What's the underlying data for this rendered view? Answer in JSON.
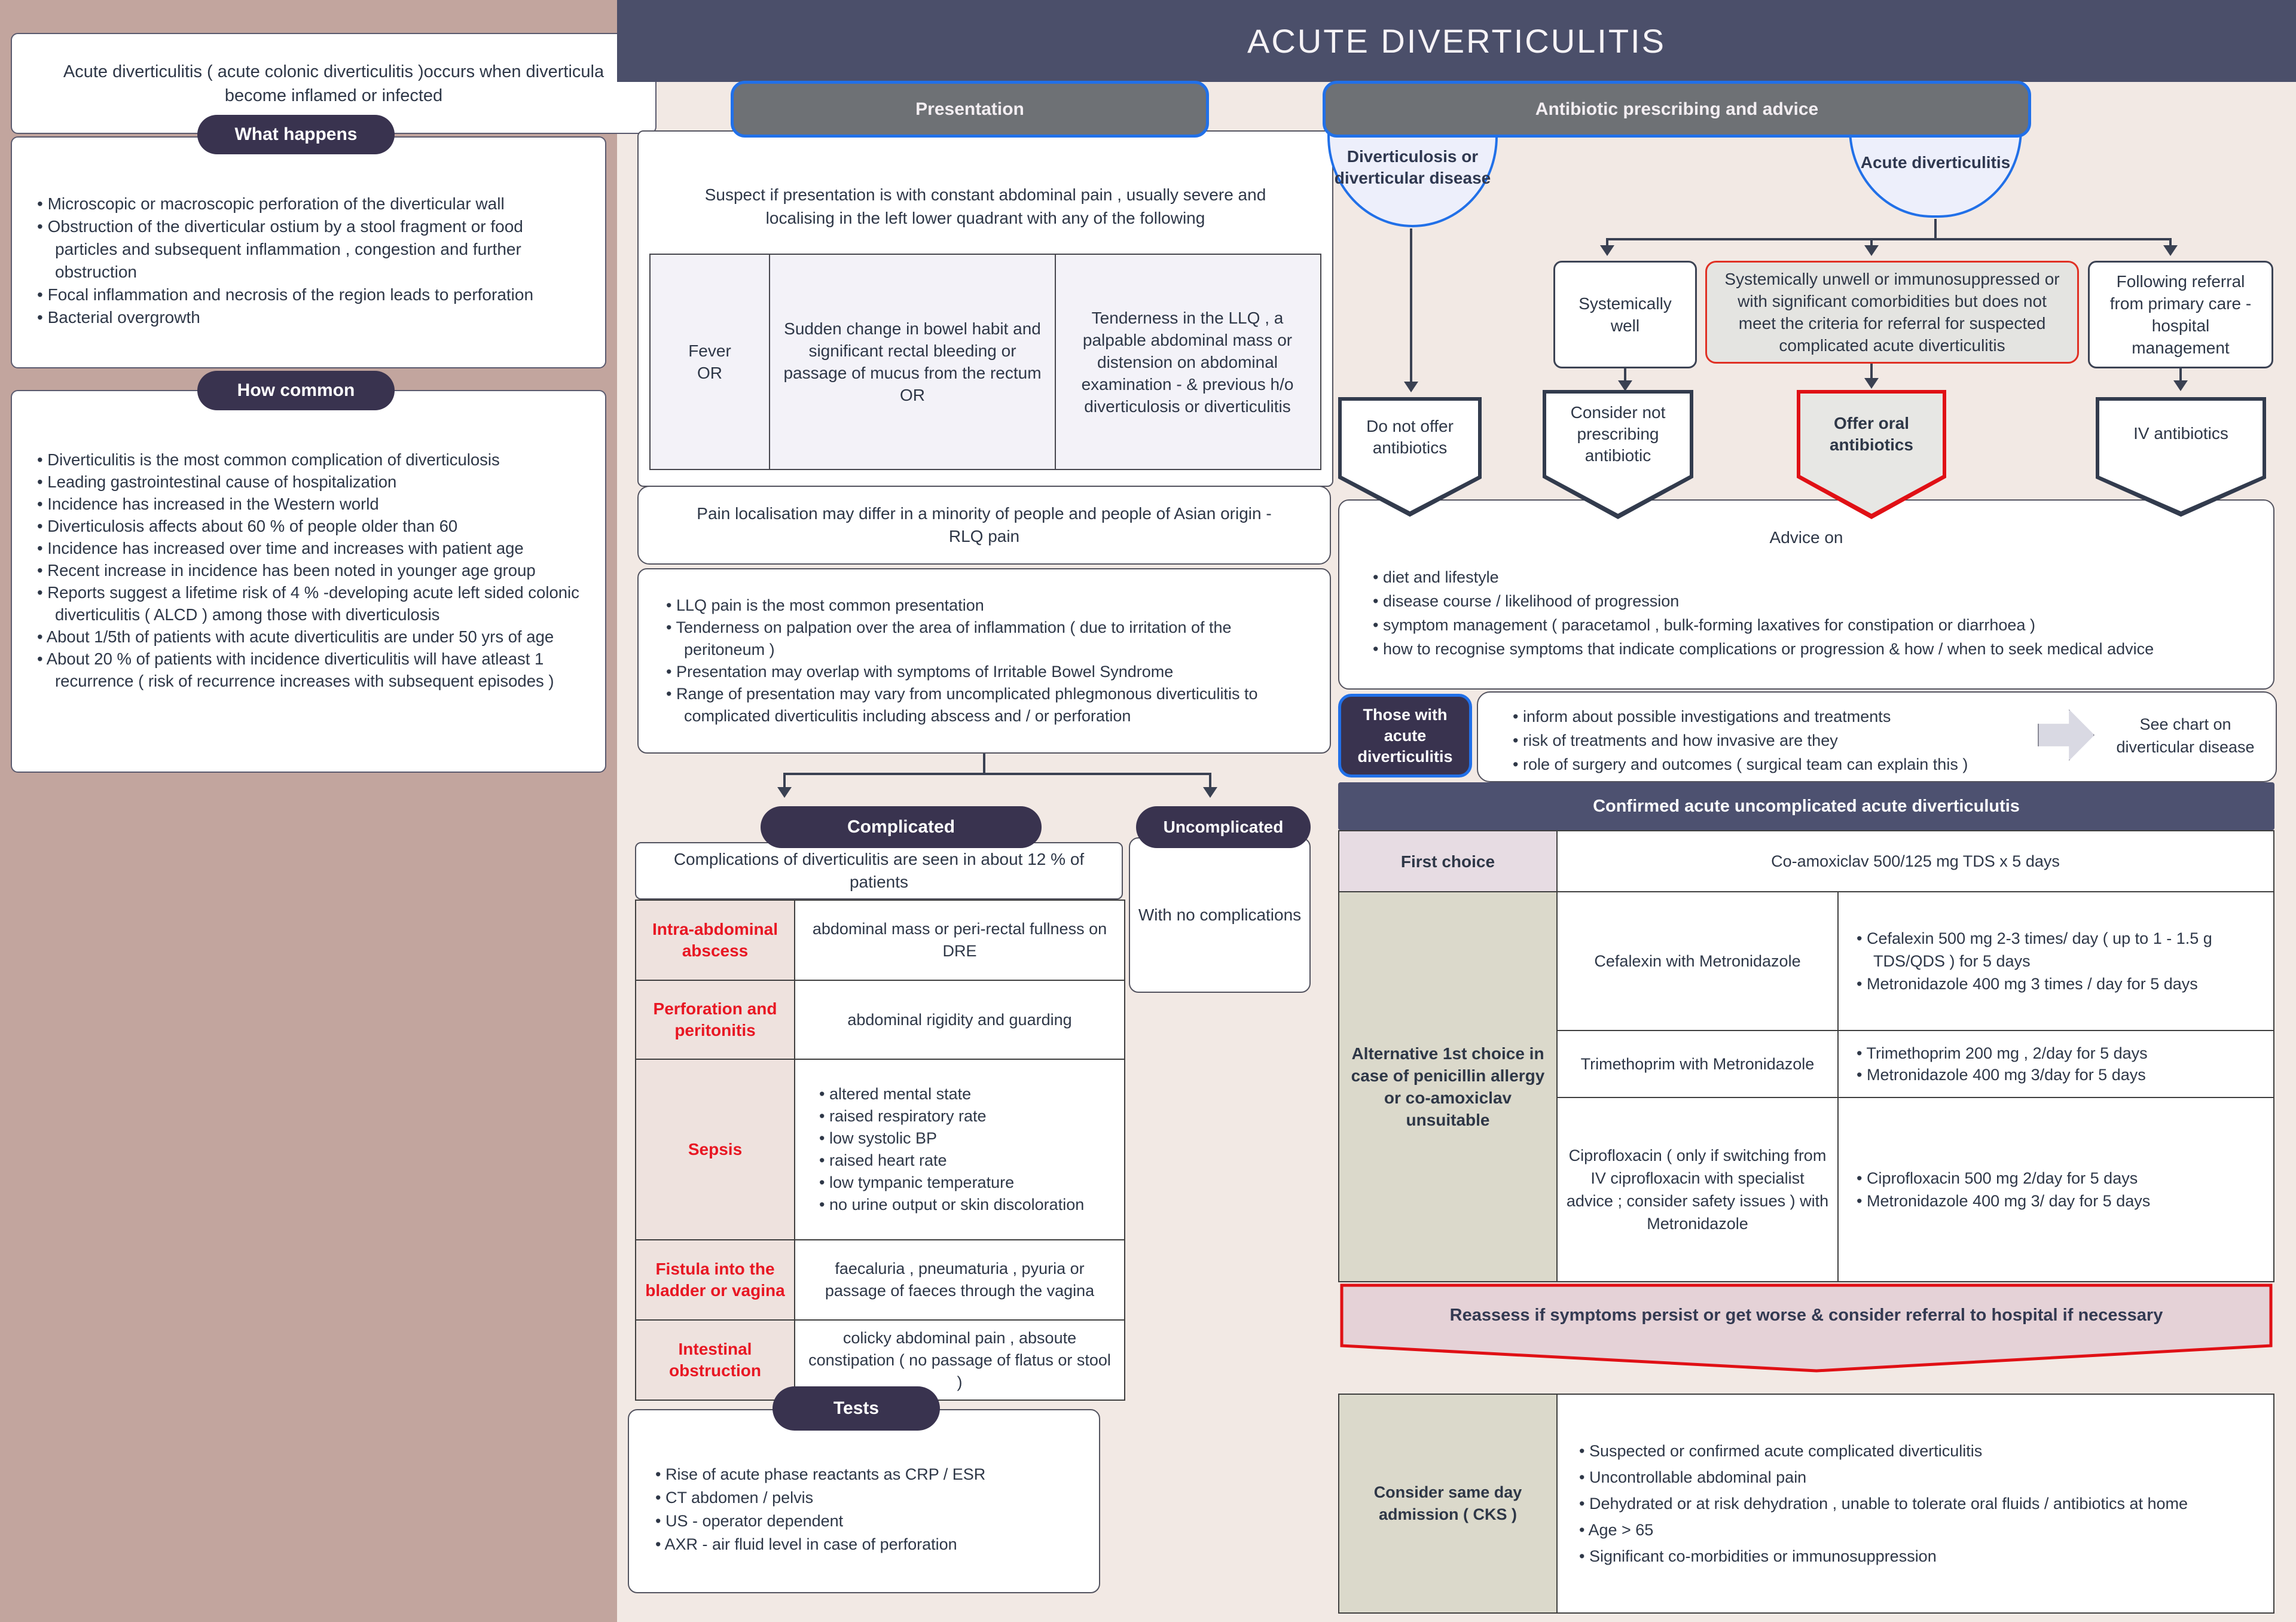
{
  "colors": {
    "page_bg": "#f2e9e4",
    "left_panel_bg": "#c2a59e",
    "navy_pill": "#39334f",
    "title_bar": "#4b4f6a",
    "section_header_gray": "#6e7175",
    "blue_border": "#2170e8",
    "red_accent": "#e81723",
    "banner_navy": "#4d5170",
    "beige_cell": "#dbd9cb",
    "pink_cell": "#e7dce3",
    "reassess_fill": "#e5d2d7"
  },
  "title": "ACUTE DIVERTICULITIS",
  "left_panel": {
    "intro": "Acute diverticulitis ( acute colonic diverticulitis )occurs when diverticula become inflamed or infected",
    "what_happens": {
      "label": "What happens",
      "bullets": [
        "Microscopic or macroscopic perforation of the diverticular wall",
        "Obstruction of the diverticular ostium by a stool fragment or food particles and subsequent inflammation , congestion and further obstruction",
        "Focal inflammation and necrosis of the region leads to perforation",
        "Bacterial overgrowth"
      ]
    },
    "how_common": {
      "label": "How common",
      "bullets": [
        "Diverticulitis is the most common complication of diverticulosis",
        "Leading gastrointestinal cause of hospitalization",
        "Incidence has increased in the Western world",
        "Diverticulosis affects about 60 % of people older than 60",
        "Incidence has increased over time and increases with patient age",
        "Recent increase in incidence has been noted in younger age group",
        "Reports suggest a lifetime risk of 4 % -developing acute left sided colonic diverticulitis ( ALCD ) among those with diverticulosis",
        "About 1/5th of patients with acute diverticulitis are under 50 yrs of age",
        "About 20 % of patients with incidence diverticulitis will have atleast 1 recurrence ( risk of recurrence increases with subsequent episodes )"
      ]
    }
  },
  "presentation": {
    "header": "Presentation",
    "suspect": "Suspect if presentation is with constant abdominal pain , usually severe and localising  in the left lower quadrant with any of the following",
    "criteria": [
      [
        "Fever",
        "OR"
      ],
      [
        "Sudden change in bowel habit and significant rectal bleeding or passage of mucus from the rectum",
        "OR"
      ],
      [
        "Tenderness in the LLQ , a palpable abdominal mass or distension on abdominal examination - & previous h/o diverticulosis or diverticulitis"
      ]
    ],
    "pain_note": "Pain localisation may differ in a minority of people and people of Asian origin - RLQ pain",
    "bullets": [
      "LLQ pain is the most common presentation",
      "Tenderness on palpation over the area of inflammation ( due to irritation of the peritoneum )",
      "Presentation may overlap with symptoms of Irritable Bowel Syndrome",
      "Range of presentation may vary from uncomplicated phlegmonous diverticulitis to complicated diverticulitis including abscess and / or perforation"
    ],
    "complicated": {
      "label": "Complicated",
      "intro": "Complications of diverticulitis are seen in about 12 % of patients",
      "rows": [
        {
          "name": "Intra-abdominal abscess",
          "desc": "abdominal mass or peri-rectal fullness on DRE"
        },
        {
          "name": "Perforation and peritonitis",
          "desc": "abdominal rigidity and guarding"
        },
        {
          "name": "Sepsis",
          "bullets": [
            "altered mental state",
            "raised respiratory rate",
            "low systolic BP",
            "raised heart rate",
            "low tympanic temperature",
            "no urine output or skin discoloration"
          ]
        },
        {
          "name": "Fistula into the bladder or vagina",
          "desc": "faecaluria , pneumaturia , pyuria or passage of faeces through the vagina"
        },
        {
          "name": "Intestinal obstruction",
          "desc": "colicky abdominal pain , absoute constipation ( no passage of flatus or stool )"
        }
      ]
    },
    "uncomplicated": {
      "label": "Uncomplicated",
      "text": "With no complications"
    },
    "tests": {
      "label": "Tests",
      "bullets": [
        "Rise of acute phase reactants as CRP / ESR",
        "CT abdomen / pelvis",
        "US - operator dependent",
        "AXR - air fluid level in case of perforation"
      ]
    }
  },
  "antibiotics": {
    "header": "Antibiotic prescribing and advice",
    "diverticulosis_badge": "Diverticulosis or diverticular disease",
    "acute_badge": "Acute diverticulitis",
    "systemically_well": "Systemically well",
    "systemically_unwell": "Systemically unwell or immunosuppressed or with significant comorbidities but does not meet the criteria for referral for suspected complicated acute diverticulitis",
    "following_referral": "Following referral from primary care -hospital management",
    "do_not_offer": "Do not offer antibiotics",
    "consider_not": "Consider not prescribing antibiotic",
    "offer_oral": "Offer oral antibiotics",
    "iv": "IV antibiotics",
    "advice": {
      "title": "Advice on",
      "bullets": [
        "diet and lifestyle",
        "disease course / likelihood of progression",
        "symptom management ( paracetamol , bulk-forming laxatives for constipation or diarrhoea )",
        "how to recognise symptoms that indicate complications or progression & how / when to seek medical advice"
      ]
    },
    "those_with": {
      "label": "Those with acute diverticulitis",
      "bullets": [
        "inform about possible investigations and treatments",
        "risk of treatments and how invasive are they",
        "role of surgery and outcomes ( surgical team can explain this )"
      ],
      "see_chart": "See chart on diverticular disease"
    },
    "confirmed_banner": "Confirmed acute uncomplicated acute diverticulutis",
    "table": {
      "first_choice_label": "First choice",
      "first_choice_value": "Co-amoxiclav 500/125 mg TDS x 5 days",
      "alternative_label": "Alternative 1st choice in case of penicillin allergy or co-amoxiclav unsuitable",
      "rows": [
        {
          "drug": "Cefalexin with Metronidazole",
          "doses": [
            "Cefalexin 500 mg 2-3 times/ day ( up to 1 - 1.5 g TDS/QDS ) for 5 days",
            "Metronidazole 400 mg 3 times / day for 5 days"
          ]
        },
        {
          "drug": "Trimethoprim with Metronidazole",
          "doses": [
            "Trimethoprim 200 mg , 2/day for 5 days",
            "Metronidazole 400 mg 3/day for 5 days"
          ]
        },
        {
          "drug": "Ciprofloxacin ( only if switching from IV ciprofloxacin with specialist advice ; consider safety issues ) with Metronidazole",
          "doses": [
            "Ciprofloxacin 500 mg 2/day for 5 days",
            "Metronidazole 400 mg 3/ day for 5 days"
          ]
        }
      ]
    },
    "reassess": "Reassess if symptoms persist or get worse & consider referral to hospital if necessary",
    "admission": {
      "label": "Consider same day admission ( CKS )",
      "bullets": [
        "Suspected or confirmed acute complicated diverticulitis",
        "Uncontrollable abdominal pain",
        "Dehydrated or at risk dehydration , unable to tolerate oral fluids / antibiotics at home",
        "Age > 65",
        "Significant co-morbidities or immunosuppression"
      ]
    }
  }
}
